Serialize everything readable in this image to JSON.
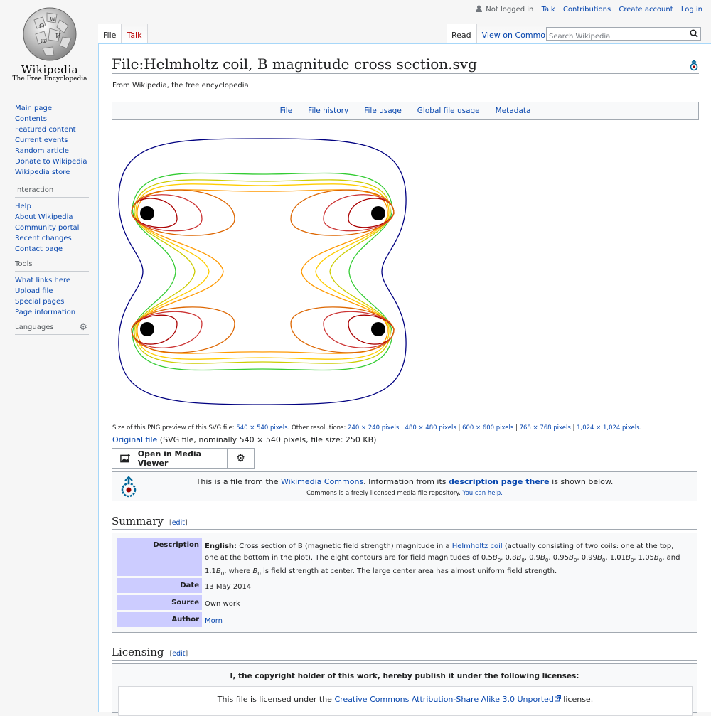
{
  "logo": {
    "wordmark": "Wikipedia",
    "tagline": "The Free Encyclopedia"
  },
  "personal": {
    "status": "Not logged in",
    "links": [
      "Talk",
      "Contributions",
      "Create account",
      "Log in"
    ]
  },
  "tabs_left": [
    "File",
    "Talk"
  ],
  "tabs_right": [
    "Read",
    "View on Commons"
  ],
  "search": {
    "placeholder": "Search Wikipedia"
  },
  "nav_main": [
    "Main page",
    "Contents",
    "Featured content",
    "Current events",
    "Random article",
    "Donate to Wikipedia",
    "Wikipedia store"
  ],
  "interaction": {
    "heading": "Interaction",
    "items": [
      "Help",
      "About Wikipedia",
      "Community portal",
      "Recent changes",
      "Contact page"
    ]
  },
  "tools": {
    "heading": "Tools",
    "items": [
      "What links here",
      "Upload file",
      "Special pages",
      "Page information"
    ]
  },
  "languages": {
    "heading": "Languages"
  },
  "page": {
    "title": "File:Helmholtz coil, B magnitude cross section.svg",
    "subtitle": "From Wikipedia, the free encyclopedia"
  },
  "filetoc": [
    "File",
    "File history",
    "File usage",
    "Global file usage",
    "Metadata"
  ],
  "size_line": {
    "prefix": "Size of this PNG preview of this SVG file: ",
    "current": "540 × 540 pixels",
    "mid": ". Other resolutions: ",
    "res": [
      "240 × 240 pixels",
      "480 × 480 pixels",
      "600 × 600 pixels",
      "768 × 768 pixels",
      "1,024 × 1,024 pixels"
    ],
    "sep": " | ",
    "end": "."
  },
  "original": {
    "link": "Original file",
    "info": " (SVG file, nominally 540 × 540 pixels, file size: 250 KB)"
  },
  "media_viewer": {
    "label": "Open in Media Viewer"
  },
  "commons_notice": {
    "t1": "This is a file from the ",
    "link": "Wikimedia Commons",
    "t2": ". Information from its ",
    "bold_link": "description page there",
    "t3": " is shown below.",
    "sub": "Commons is a freely licensed media file repository. ",
    "sub_link": "You can help."
  },
  "summary": {
    "heading": "Summary",
    "edit": "edit",
    "description_label": "Description",
    "description": {
      "lang": "English:",
      "t1": " Cross section of B (magnetic field strength) magnitude in a ",
      "link": "Helmholtz coil",
      "t2": " (actually consisting of two coils: one at the top, one at the bottom in the plot). The eight contours are for field magnitudes of ",
      "values": [
        "0.5",
        "0.8",
        "0.9",
        "0.95",
        "0.99",
        "1.01",
        "1.05",
        "1.1"
      ],
      "symbol": "B",
      "subscript": "0",
      "conj": "and",
      "t3": ", where ",
      "t4": " is field strength at center. The large center area has almost uniform field strength."
    },
    "date_label": "Date",
    "date": "13 May 2014",
    "source_label": "Source",
    "source": "Own work",
    "author_label": "Author",
    "author": "Morn"
  },
  "licensing": {
    "heading": "Licensing",
    "edit": "edit",
    "title": "I, the copyright holder of this work, hereby publish it under the following licenses:",
    "t1": "This file is licensed under the ",
    "link": "Creative Commons Attribution-Share Alike 3.0 Unported",
    "t2": " license."
  },
  "contour_colors": [
    "#000080",
    "#33cc33",
    "#cccc00",
    "#ffcc00",
    "#ff9900",
    "#dd6600",
    "#cc3333",
    "#aa0000"
  ]
}
